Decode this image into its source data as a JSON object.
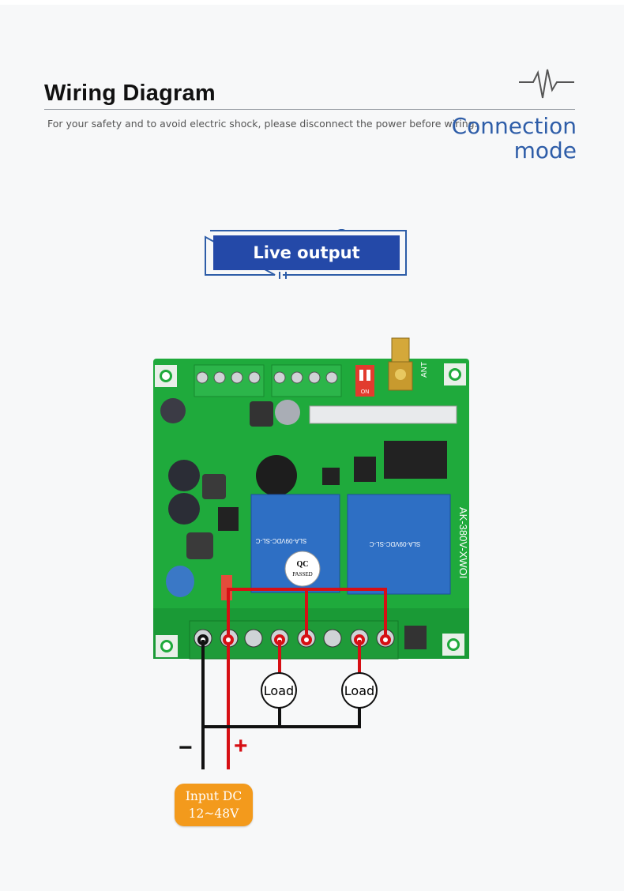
{
  "header": {
    "title": "Wiring Diagram",
    "subtitle": "For your safety and to avoid electric shock, please disconnect the power before wiring.",
    "connection_line1": "Connection",
    "connection_line2": "mode"
  },
  "badge": {
    "label": "Live output"
  },
  "board": {
    "relay_left_text": "SLA-09VDC-SL-C",
    "relay_right_text": "SLA-09VDC-SL-C",
    "model_text": "AK-380V-XWOI",
    "antenna_label": "ANT",
    "dip_label": "ON",
    "qc_line1": "QC",
    "qc_line2": "PASSED"
  },
  "loads": {
    "load1": "Load",
    "load2": "Load"
  },
  "power": {
    "minus": "−",
    "plus": "+",
    "input_line1": "Input DC",
    "input_line2": "12~48V"
  },
  "colors": {
    "accent_blue": "#2e5da8",
    "badge_blue": "#2449a8",
    "board_green": "#1faa3c",
    "wire_red": "#d60f14",
    "wire_black": "#111111",
    "input_orange": "#f39a1c"
  }
}
